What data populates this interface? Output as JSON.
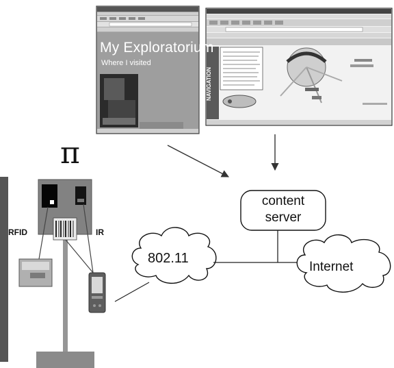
{
  "diagram": {
    "pi_symbol": "π",
    "rfid_label": "RFID",
    "ir_label": "IR",
    "content_server_label": "content\nserver",
    "wireless_label": "802.11",
    "internet_label": "Internet"
  },
  "browser_left": {
    "site_title": "My Exploratorium",
    "site_subtitle": "Where I visited"
  },
  "browser_right": {
    "nav_sidebar_text": "NAVIGATION"
  },
  "colors": {
    "tv_panel": "#828282",
    "pole": "#969696",
    "browser_bg": "#a8a8a8",
    "cloud_stroke": "#111111"
  }
}
